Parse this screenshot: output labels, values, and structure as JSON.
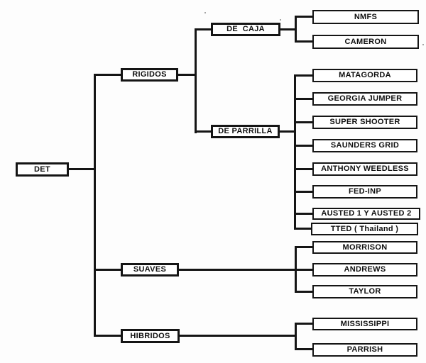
{
  "diagram_type": "tree",
  "tree": {
    "label": "DET",
    "children": [
      {
        "label": "RIGIDOS",
        "children": [
          {
            "label": "DE  CAJA",
            "children": [
              {
                "label": "NMFS"
              },
              {
                "label": "CAMERON"
              }
            ]
          },
          {
            "label": "DE PARRILLA",
            "children": [
              {
                "label": "MATAGORDA"
              },
              {
                "label": "GEORGIA JUMPER"
              },
              {
                "label": "SUPER SHOOTER"
              },
              {
                "label": "SAUNDERS GRID"
              },
              {
                "label": "ANTHONY WEEDLESS"
              },
              {
                "label": "FED-INP"
              },
              {
                "label": "AUSTED 1 Y AUSTED 2"
              },
              {
                "label": "TTED ( Thailand )"
              }
            ]
          }
        ]
      },
      {
        "label": "SUAVES",
        "children": [
          {
            "label": "MORRISON"
          },
          {
            "label": "ANDREWS"
          },
          {
            "label": "TAYLOR"
          }
        ]
      },
      {
        "label": "HIBRIDOS",
        "children": [
          {
            "label": "MISSISSIPPI"
          },
          {
            "label": "PARRISH"
          }
        ]
      }
    ]
  },
  "colors": {
    "line": "#151515",
    "box_border": "#151515",
    "text": "#0f0f0f",
    "background": "#fdfdfd"
  }
}
